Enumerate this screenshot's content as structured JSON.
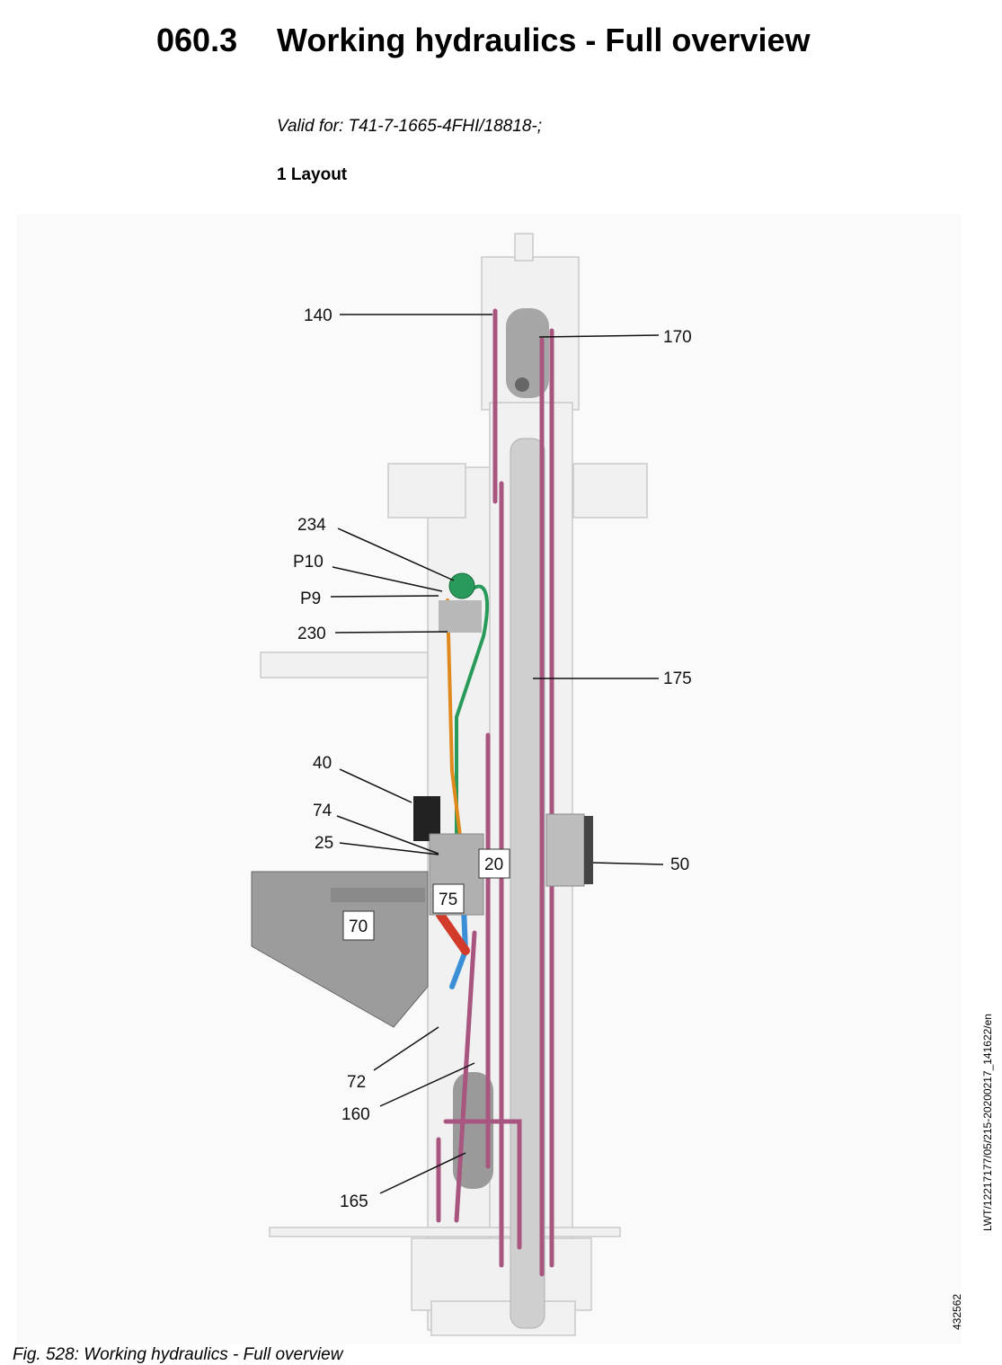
{
  "heading": {
    "number": "060.3",
    "title": "Working hydraulics - Full overview"
  },
  "valid_for": "Valid for: T41-7-1665-4FHI/18818-;",
  "section_title": "1 Layout",
  "callouts": {
    "c140": "140",
    "c170": "170",
    "c234": "234",
    "cP10": "P10",
    "cP9": "P9",
    "c230": "230",
    "c175": "175",
    "c40": "40",
    "c74": "74",
    "c25": "25",
    "c20": "20",
    "c50": "50",
    "c75": "75",
    "c70": "70",
    "c72": "72",
    "c160": "160",
    "c165": "165"
  },
  "side_reference": "LWT/12217177/05/215-20200217_141622/en",
  "figure_id": "432562",
  "caption": "Fig. 528: Working hydraulics - Full overview",
  "colors": {
    "hose_purple": "#a8567f",
    "hose_green": "#2a9a5a",
    "hose_orange": "#e08a1e",
    "hose_blue": "#3b8fd6",
    "hose_red": "#d23a2a"
  }
}
